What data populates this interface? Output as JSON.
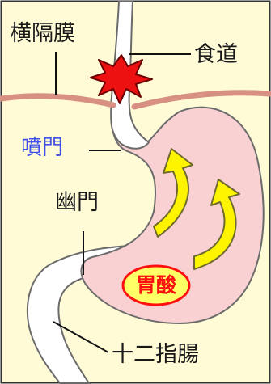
{
  "labels": {
    "diaphragm": "横隔膜",
    "esophagus": "食道",
    "cardia": "噴門",
    "pylorus": "幽門",
    "duodenum": "十二指腸",
    "gastric_acid": "胃酸"
  },
  "colors": {
    "background": "#fffbd7",
    "frame": "#333333",
    "tube_fill": "#ffffff",
    "tube_outline": "#6b6b6b",
    "stomach_fill": "#f9d1d2",
    "diaphragm": "#d89083",
    "burst_fill": "#ee1111",
    "burst_outline": "#6a0000",
    "arrow_fill": "#fff400",
    "arrow_outline": "#6f6a2d",
    "acid_badge_fill": "#ffff66",
    "acid_text": "#ff1010",
    "cardia_label": "#3f4fe8",
    "dark_text": "#1a1a1a"
  },
  "icons": {
    "reflux_burst": "burst-icon",
    "acid_flow": "curved-arrow-icon"
  }
}
